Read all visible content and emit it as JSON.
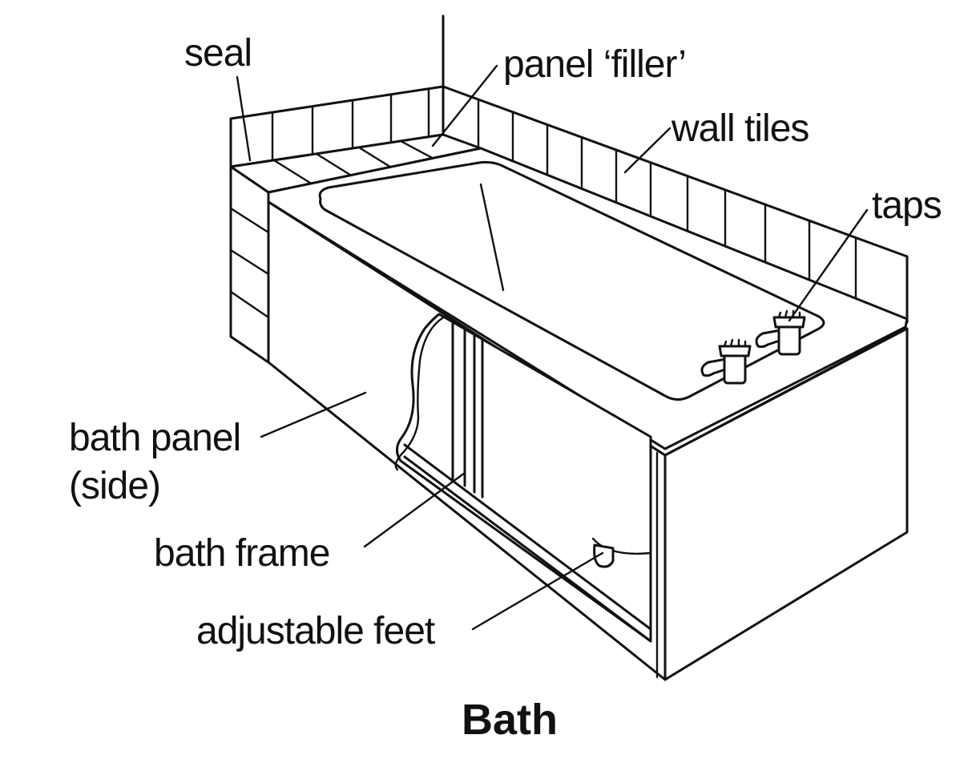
{
  "diagram": {
    "title": "Bath",
    "labels": {
      "seal": "seal",
      "panel_filler": "panel ‘filler’",
      "wall_tiles": "wall tiles",
      "taps": "taps",
      "bath_panel_line1": "bath panel",
      "bath_panel_line2": "(side)",
      "bath_frame": "bath frame",
      "adjustable_feet": "adjustable feet"
    }
  }
}
